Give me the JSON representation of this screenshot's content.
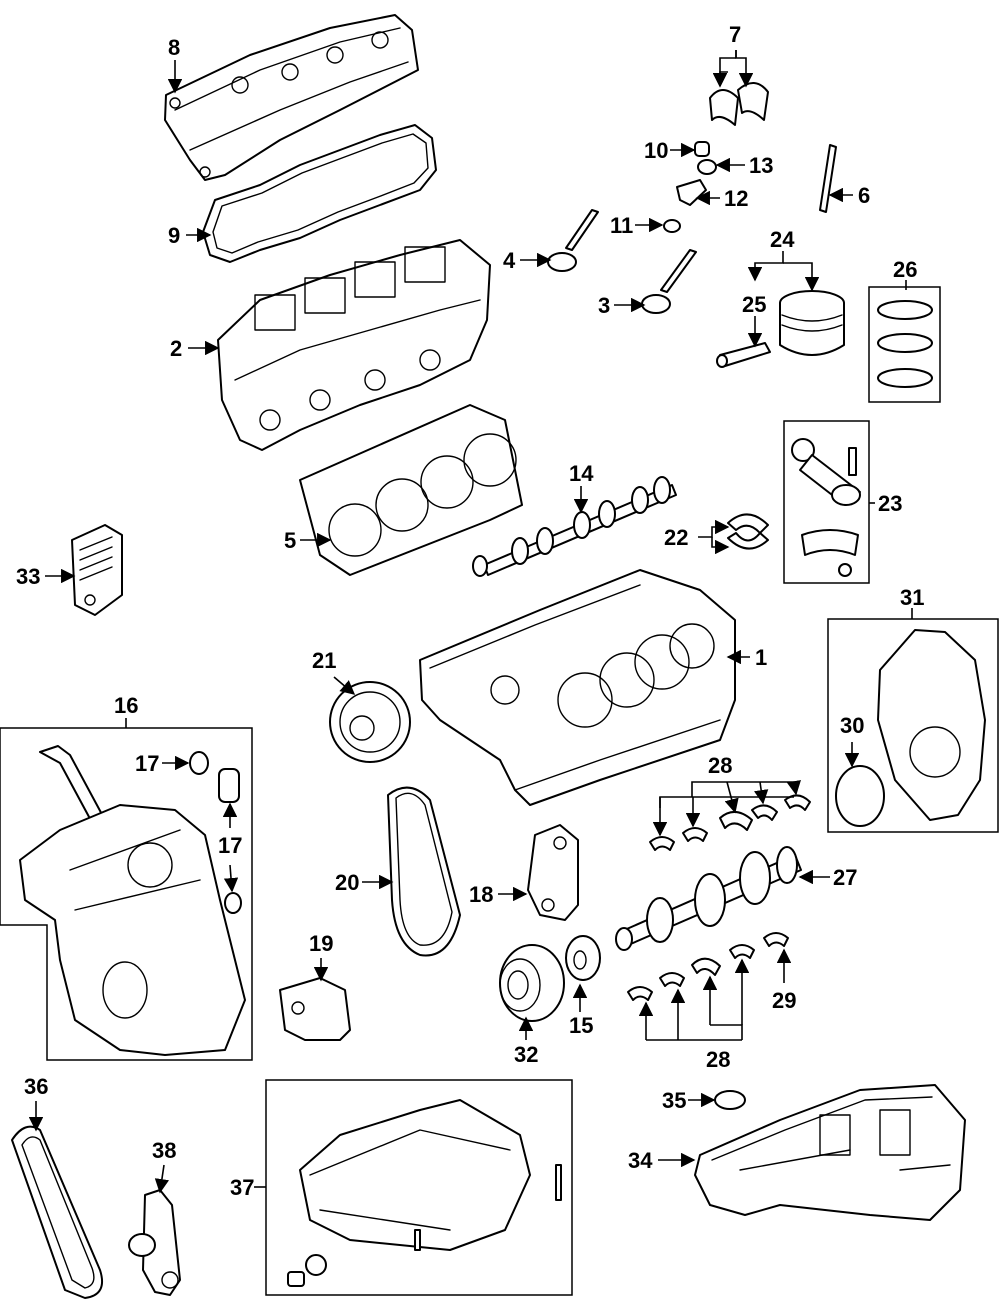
{
  "diagram": {
    "type": "exploded-parts-diagram",
    "background_color": "#ffffff",
    "line_color": "#000000",
    "callouts": [
      "1",
      "2",
      "3",
      "4",
      "5",
      "6",
      "7",
      "8",
      "9",
      "10",
      "11",
      "12",
      "13",
      "14",
      "15",
      "16",
      "17",
      "17",
      "18",
      "19",
      "20",
      "21",
      "22",
      "23",
      "24",
      "25",
      "26",
      "27",
      "28",
      "28",
      "29",
      "30",
      "31",
      "32",
      "33",
      "34",
      "35",
      "36",
      "37",
      "38"
    ]
  }
}
